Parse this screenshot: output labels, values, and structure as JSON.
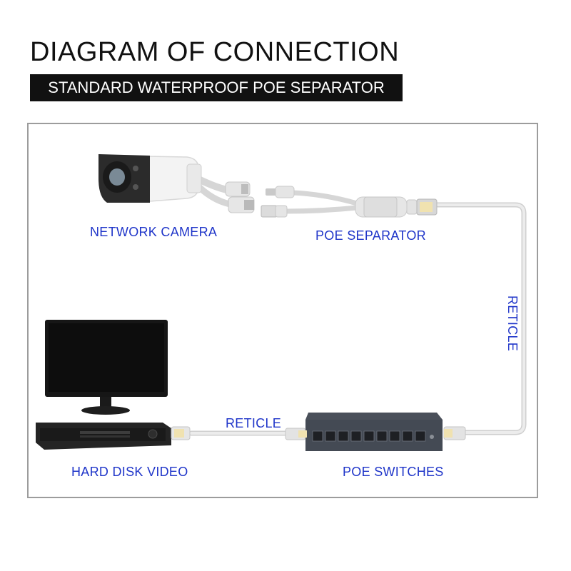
{
  "header": {
    "title": "DIAGRAM OF CONNECTION",
    "subtitle": "STANDARD WATERPROOF POE SEPARATOR"
  },
  "labels": {
    "network_camera": "NETWORK CAMERA",
    "poe_separator": "POE SEPARATOR",
    "reticle_vertical": "RETICLE",
    "reticle_horizontal": "RETICLE",
    "hard_disk_video": "HARD DISK VIDEO",
    "poe_switches": "POE SWITCHES"
  },
  "colors": {
    "label_blue": "#1f35c9",
    "cable_gray": "#d9d9d9",
    "switch_body": "#4a505a",
    "frame_border": "#9c9c9c"
  },
  "icons": {
    "camera": "bullet-camera-icon",
    "separator": "poe-splitter-icon",
    "monitor": "monitor-icon",
    "recorder": "nvr-recorder-icon",
    "switch": "network-switch-icon"
  }
}
